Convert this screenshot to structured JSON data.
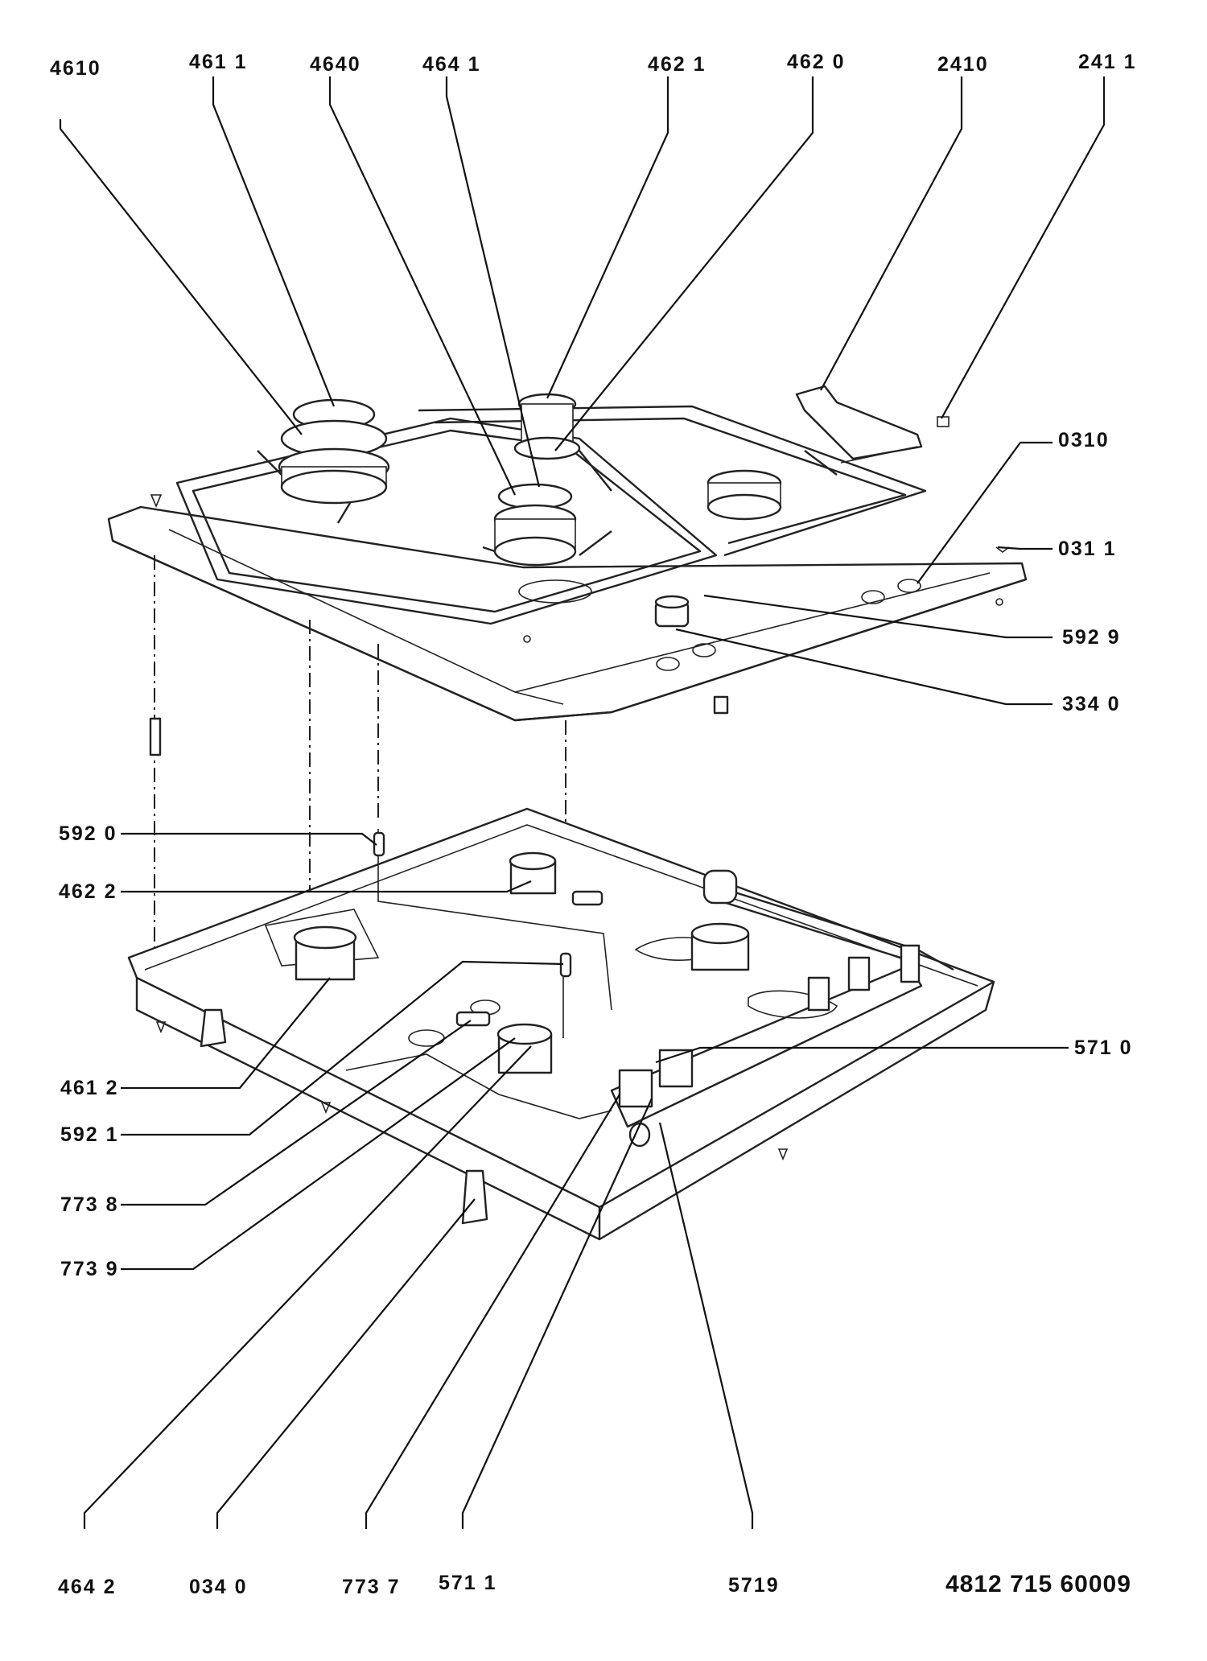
{
  "labels": {
    "l4610": "4610",
    "l4611": "461 1",
    "l4640": "4640",
    "l4641": "464 1",
    "l4621": "462 1",
    "l4620": "462 0",
    "l2410": "2410",
    "l2411": "241 1",
    "l0310": "0310",
    "l0311": "031 1",
    "l5929": "592 9",
    "l3340": "334 0",
    "l5920": "592 0",
    "l4622": "462 2",
    "l5710": "571 0",
    "l4612": "461 2",
    "l5921": "592 1",
    "l7738": "773 8",
    "l7739": "773 9",
    "l4642": "464 2",
    "l0340": "034 0",
    "l7737": "773 7",
    "l5711": "571 1",
    "l5719": "5719"
  },
  "document_number": "4812 715 60009"
}
